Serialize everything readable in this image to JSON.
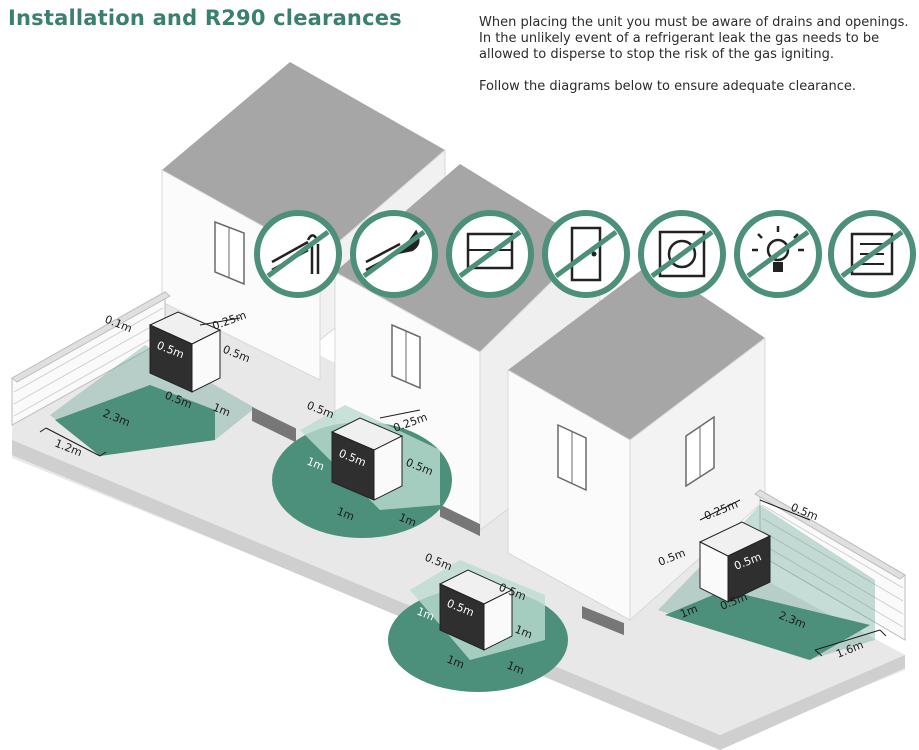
{
  "title": "Installation and R290 clearances",
  "intro": {
    "p1": "When placing the unit you must be aware of drains and openings.",
    "p2": "In the unlikely event of a refrigerant leak the gas needs to be allowed to disperse to stop the risk of the gas igniting.",
    "p3": "Follow the diagrams below to ensure adequate clearance."
  },
  "colors": {
    "accent": "#3b7f70",
    "zone": "#5a9e8a",
    "zone_light": "#bcdcd1",
    "roof": "#a9a9a9",
    "ground": "#e6e6e6"
  },
  "icons": [
    {
      "name": "no-gas-flue-icon"
    },
    {
      "name": "no-fire-icon"
    },
    {
      "name": "no-window-icon"
    },
    {
      "name": "no-door-icon"
    },
    {
      "name": "no-vent-icon"
    },
    {
      "name": "no-light-icon"
    },
    {
      "name": "no-air-brick-icon"
    }
  ],
  "units": [
    {
      "name": "unit-wall-corner-left",
      "labels": [
        "0.1m",
        "0.25m",
        "0.5m",
        "0.5m",
        "0.5m",
        "1m",
        "2.3m",
        "1.2m"
      ]
    },
    {
      "name": "unit-against-wall",
      "labels": [
        "0.5m",
        "0.25m",
        "0.5m",
        "0.5m",
        "1m",
        "1m",
        "1m"
      ]
    },
    {
      "name": "unit-freestanding",
      "labels": [
        "0.5m",
        "0.5m",
        "0.5m",
        "1m",
        "1m",
        "1m",
        "1m"
      ]
    },
    {
      "name": "unit-wall-corner-right",
      "labels": [
        "0.25m",
        "0.5m",
        "0.5m",
        "0.5m",
        "1m",
        "0.5m",
        "2.3m",
        "1.6m"
      ]
    }
  ]
}
